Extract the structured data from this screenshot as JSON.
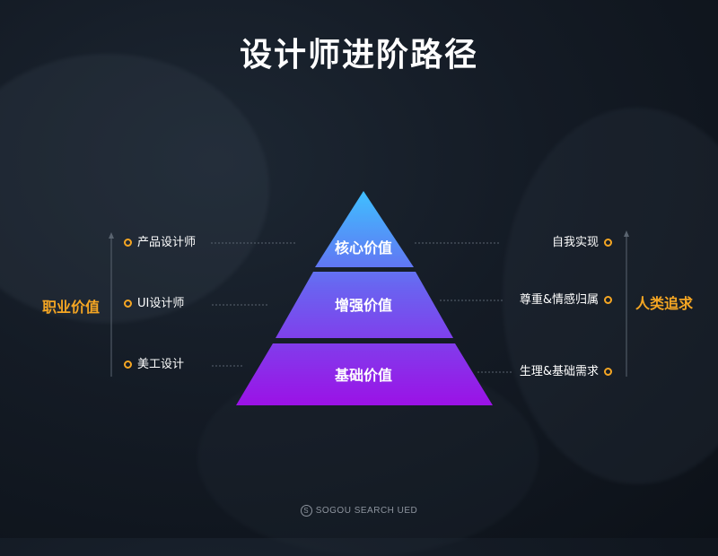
{
  "title": "设计师进阶路径",
  "pyramid": {
    "tiers": [
      {
        "label": "核心价值"
      },
      {
        "label": "增强价值"
      },
      {
        "label": "基础价值"
      }
    ]
  },
  "left": {
    "group_label": "职业价值",
    "items": [
      {
        "label": "产品设计师"
      },
      {
        "label": "UI设计师"
      },
      {
        "label": "美工设计"
      }
    ]
  },
  "right": {
    "group_label": "人类追求",
    "items": [
      {
        "label": "自我实现"
      },
      {
        "label": "尊重&情感归属"
      },
      {
        "label": "生理&基础需求"
      }
    ]
  },
  "footer": {
    "logo_glyph": "S",
    "text": "SOGOU SEARCH UED"
  },
  "colors": {
    "accent": "#f5a623",
    "tier_top": "#3fb2ff",
    "tier_bottom": "#9b1ee8"
  }
}
